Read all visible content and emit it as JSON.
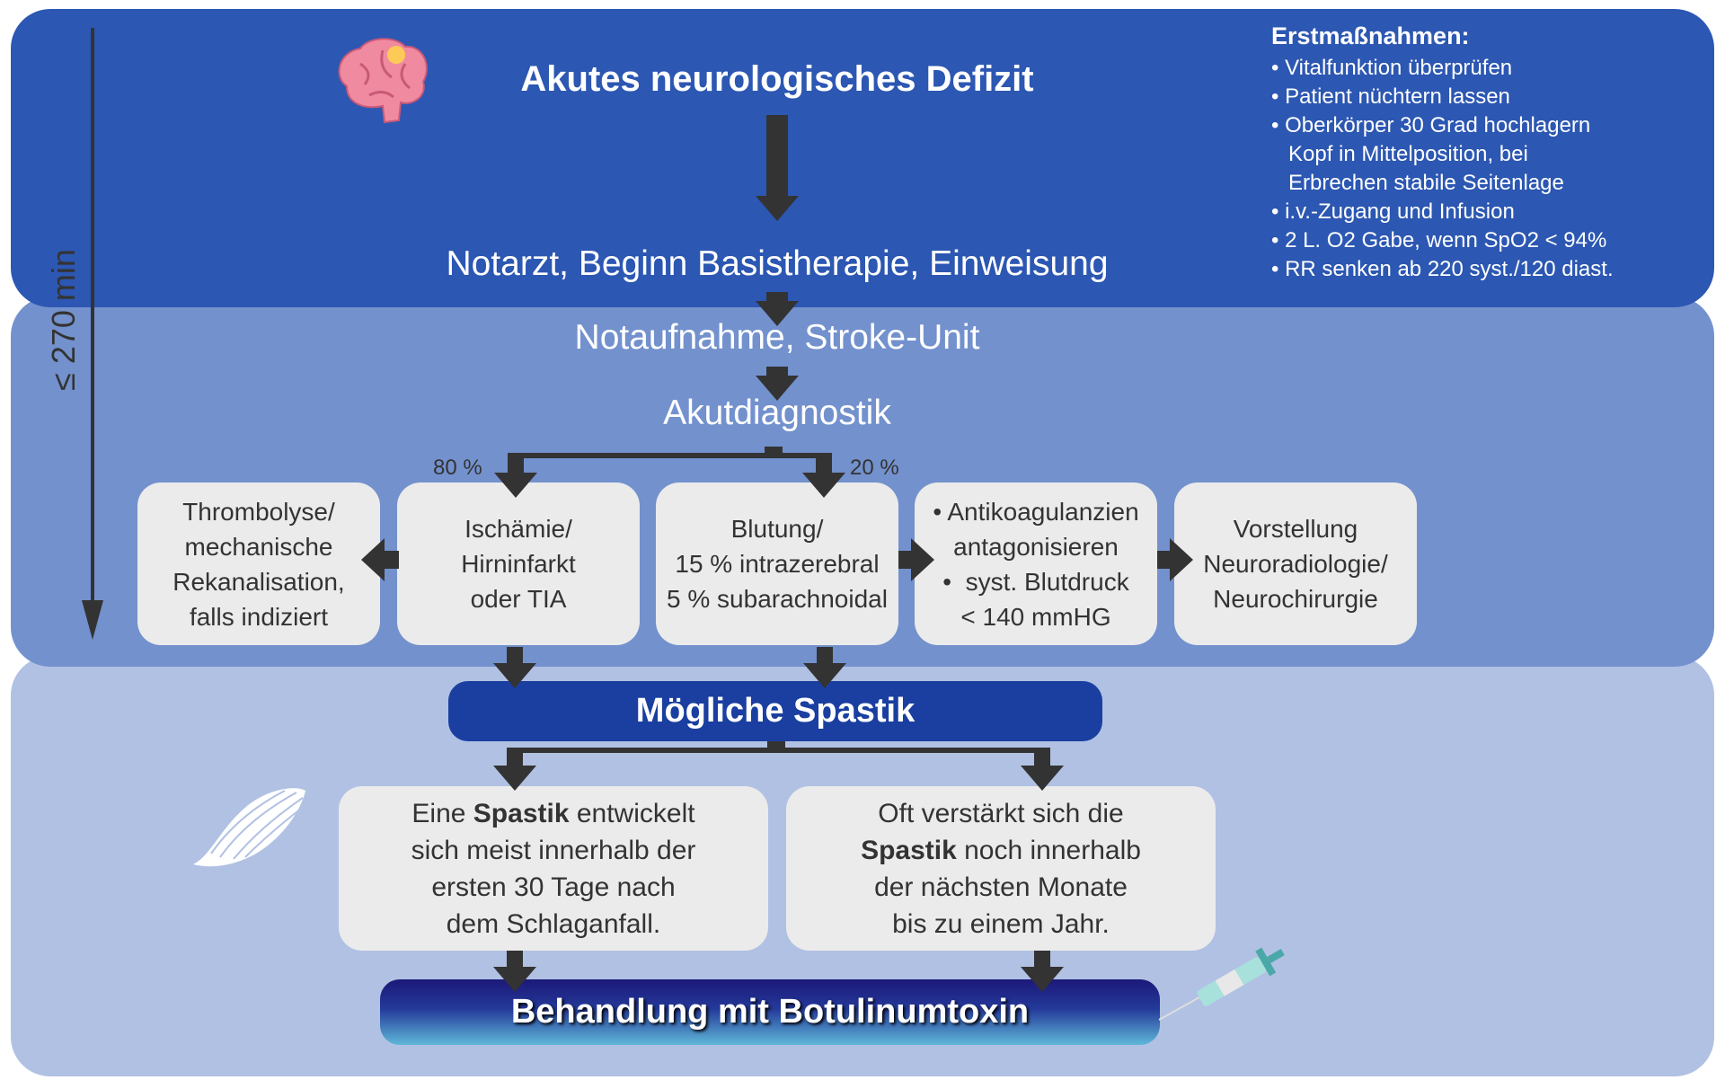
{
  "top": {
    "title": "Akutes neurologisches Defizit",
    "step": "Notarzt, Beginn Basistherapie, Einweisung",
    "first_measures": {
      "heading": "Erstmaßnahmen:",
      "items": [
        "• Vitalfunktion überprüfen",
        "• Patient nüchtern lassen",
        "• Oberkörper 30 Grad hochlagern",
        "   Kopf in Mittelposition, bei",
        "   Erbrechen stabile Seitenlage",
        "•  i.v.-Zugang und Infusion",
        "•  2 L. O2 Gabe, wenn SpO2 < 94%",
        "•  RR senken ab 220 syst./120 diast."
      ]
    }
  },
  "timeline": {
    "label": "≤ 270 min"
  },
  "middle": {
    "step1": "Notaufnahme, Stroke-Unit",
    "step2": "Akutdiagnostik",
    "pct_left": "80 %",
    "pct_right": "20 %",
    "boxes": [
      "Thrombolyse/\nmechanische\nRekanalisation,\nfalls indiziert",
      "Ischämie/\nHirninfarkt\noder TIA",
      "Blutung/\n15 % intrazerebral\n5 % subarachnoidal",
      "• Antikoagulanzien\nantagonisieren\n•  syst. Blutdruck\n< 140 mmHG",
      "Vorstellung\nNeuroradiologie/\nNeurochirurgie"
    ]
  },
  "bottom": {
    "spastik_title": "Mögliche Spastik",
    "box_left": {
      "pre": "Eine ",
      "bold": "Spastik",
      "post": " entwickelt\nsich meist innerhalb der\nersten 30 Tage nach\ndem Schlaganfall."
    },
    "box_right": {
      "pre": "Oft verstärkt sich die\n",
      "bold": "Spastik",
      "post": " noch innerhalb\nder nächsten Monate\nbis zu einem Jahr."
    },
    "treatment": "Behandlung mit Botulinumtoxin"
  },
  "colors": {
    "band_top": "#2c57b2",
    "band_middle": "#7391cd",
    "band_bottom": "#b1c1e3",
    "spastik_bar": "#1a3fa0",
    "arrow": "#333333"
  },
  "icons": [
    "brain-icon",
    "muscle-icon",
    "syringe-icon"
  ]
}
